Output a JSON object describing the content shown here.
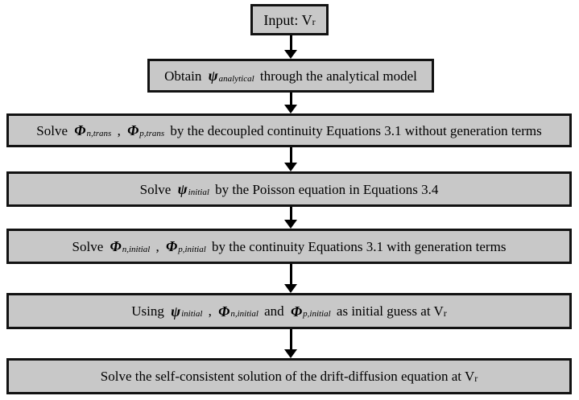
{
  "flowchart": {
    "colors": {
      "background": "#ffffff",
      "box_fill": "#c8c8c8",
      "box_border": "#121212",
      "arrow": "#000000",
      "text": "#000000"
    },
    "boxes": [
      {
        "name": "input-vr",
        "parts": [
          {
            "t": "Input: V"
          },
          {
            "s": "r"
          }
        ]
      },
      {
        "name": "analytical-model",
        "parts": [
          {
            "t": "Obtain "
          },
          {
            "g": "ψ",
            "s": "analytical"
          },
          {
            "t": " through the analytical model"
          }
        ]
      },
      {
        "name": "decoupled-continuity",
        "parts": [
          {
            "t": "Solve "
          },
          {
            "g": "Φ",
            "s": "n,trans"
          },
          {
            "t": " , "
          },
          {
            "g": "Φ",
            "s": "p,trans"
          },
          {
            "t": " by the decoupled continuity Equations 3.1 without generation terms"
          }
        ]
      },
      {
        "name": "poisson-equation",
        "parts": [
          {
            "t": "Solve "
          },
          {
            "g": "ψ",
            "s": "initial"
          },
          {
            "t": " by the Poisson equation in Equations 3.4"
          }
        ]
      },
      {
        "name": "continuity-with-generation",
        "parts": [
          {
            "t": "Solve "
          },
          {
            "g": "Φ",
            "s": "n,initial"
          },
          {
            "t": " , "
          },
          {
            "g": "Φ",
            "s": "p,initial"
          },
          {
            "t": " by the continuity Equations 3.1 with generation terms"
          }
        ]
      },
      {
        "name": "initial-guess",
        "parts": [
          {
            "t": "Using "
          },
          {
            "g": "ψ",
            "s": "initial"
          },
          {
            "t": " , "
          },
          {
            "g": "Φ",
            "s": "n,initial"
          },
          {
            "t": " and "
          },
          {
            "g": "Φ",
            "s": "p,initial"
          },
          {
            "t": " as initial guess at V"
          },
          {
            "s": "r"
          }
        ]
      },
      {
        "name": "drift-diffusion",
        "parts": [
          {
            "t": "Solve the self-consistent solution of the drift-diffusion equation at V"
          },
          {
            "s": "r"
          }
        ]
      }
    ]
  }
}
